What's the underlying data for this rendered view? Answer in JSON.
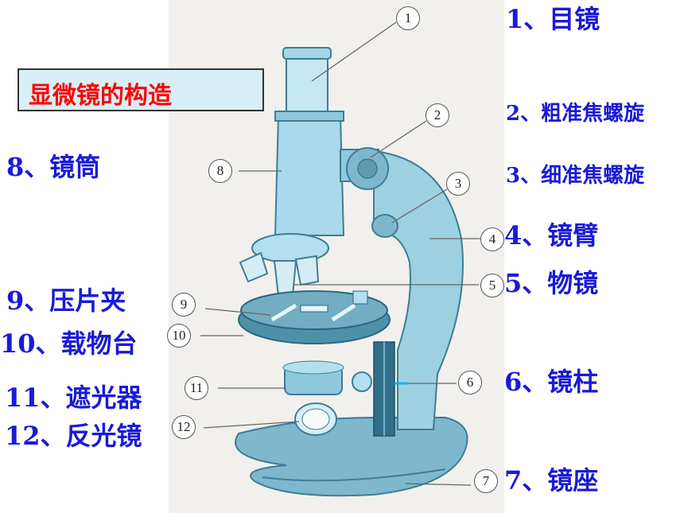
{
  "title": "显微镜的构造",
  "markers": [
    "1",
    "2",
    "3",
    "4",
    "5",
    "6",
    "7",
    "8",
    "9",
    "10",
    "11",
    "12"
  ],
  "parts": {
    "p1": "1、目镜",
    "p2": "2、粗准焦螺旋",
    "p3": "3、细准焦螺旋",
    "p4": "4、镜臂",
    "p5": "5、物镜",
    "p6": "6、镜柱",
    "p7": "7、镜座",
    "p8": "8、镜筒",
    "p9": "9、压片夹",
    "p10": "10、载物台",
    "p11": "11、遮光器",
    "p12": "12、反光镜"
  },
  "colors": {
    "label": "#1a1ad8",
    "title": "#ff0000",
    "title_bg": "#d8eff7",
    "scope_body": "#8fc8dc",
    "scope_dark": "#4f8fa8"
  }
}
